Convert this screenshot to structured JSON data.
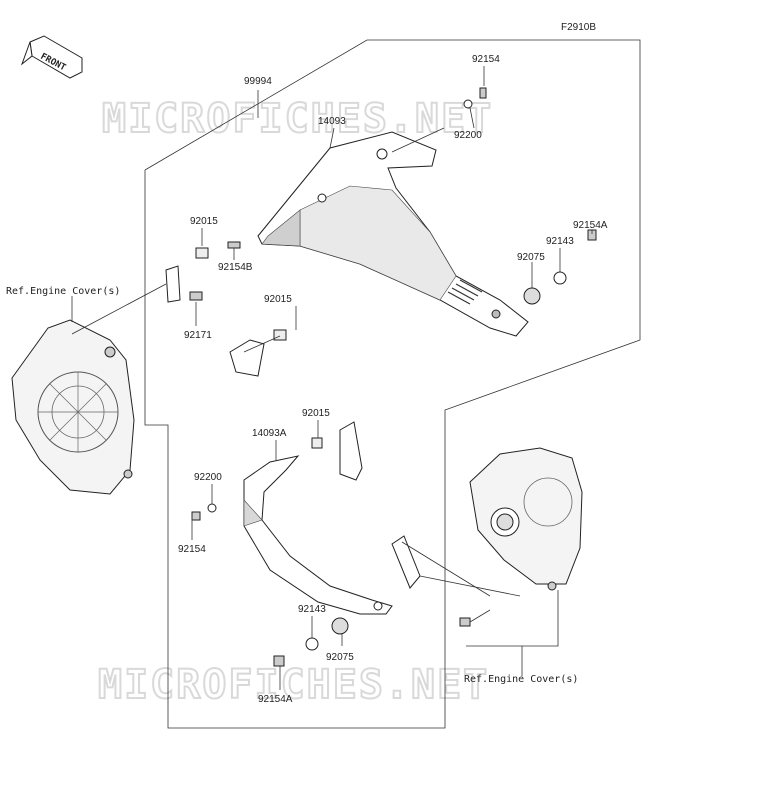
{
  "figure_code": "F2910B",
  "front_arrow": {
    "label": "FRONT",
    "icon": "front-arrow-icon"
  },
  "watermark": "MICROFICHES.NET",
  "references": {
    "engine_cover_left": "Ref.Engine Cover(s)",
    "engine_cover_right": "Ref.Engine Cover(s)"
  },
  "callouts": {
    "set": "99994",
    "cover_right": "14093",
    "cover_left": "14093A",
    "bolt_92154": "92154",
    "washer_92200_top": "92200",
    "bolt_92154A_right": "92154A",
    "washer_92143_top": "92143",
    "damper_92075_top": "92075",
    "collar_92015_a": "92015",
    "bolt_92154B": "92154B",
    "collar_92015_b": "92015",
    "clip_92171": "92171",
    "collar_92015_c": "92015",
    "washer_92200_bottom": "92200",
    "bolt_92154_bottom": "92154",
    "washer_92143_bottom": "92143",
    "damper_92075_bottom": "92075",
    "bolt_92154A_bottom": "92154A"
  }
}
